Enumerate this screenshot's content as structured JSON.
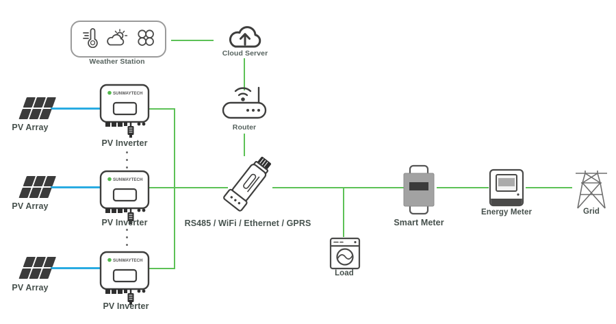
{
  "colors": {
    "comm_line_green": "#5cc156",
    "dc_line_blue": "#29abe2",
    "icon_outline": "#3e3e3d",
    "label_text": "#454f4b",
    "brand_green": "#53b84d"
  },
  "nodes": {
    "weather_station": {
      "label": "Weather Station",
      "icons": [
        "thermometer-icon",
        "sun-cloud-icon",
        "fan-icon"
      ]
    },
    "cloud_server": {
      "label": "Cloud Server",
      "icon": "cloud-upload-icon"
    },
    "router": {
      "label": "Router",
      "icon": "wifi-router-icon"
    },
    "pv_array": {
      "label": "PV Array",
      "count": 3,
      "icon": "solar-panel-icon"
    },
    "pv_inverter": {
      "label": "PV Inverter",
      "count": 3,
      "brand": "SUNWAYTECH",
      "icon": "inverter-icon"
    },
    "dongle": {
      "label": "RS485 / WiFi / Ethernet / GPRS",
      "icon": "comm-dongle-icon"
    },
    "load": {
      "label": "Load",
      "icon": "washing-machine-icon"
    },
    "smart_meter": {
      "label": "Smart Meter",
      "icon": "smart-meter-icon"
    },
    "energy_meter": {
      "label": "Energy Meter",
      "icon": "energy-meter-icon"
    },
    "grid": {
      "label": "Grid",
      "icon": "transmission-tower-icon"
    }
  },
  "edges": [
    {
      "from": "weather_station",
      "to": "cloud_server",
      "type": "comm"
    },
    {
      "from": "cloud_server",
      "to": "router",
      "type": "comm"
    },
    {
      "from": "router",
      "to": "dongle",
      "type": "comm"
    },
    {
      "from": "pv_array_1",
      "to": "pv_inverter_1",
      "type": "dc"
    },
    {
      "from": "pv_array_2",
      "to": "pv_inverter_2",
      "type": "dc"
    },
    {
      "from": "pv_array_3",
      "to": "pv_inverter_3",
      "type": "dc"
    },
    {
      "from": "pv_inverter_1",
      "to": "comm_bus",
      "type": "comm"
    },
    {
      "from": "pv_inverter_2",
      "to": "dongle",
      "type": "comm"
    },
    {
      "from": "pv_inverter_3",
      "to": "comm_bus",
      "type": "comm"
    },
    {
      "from": "dongle",
      "to": "smart_meter",
      "type": "comm"
    },
    {
      "from": "main_line",
      "to": "load",
      "type": "branch"
    },
    {
      "from": "smart_meter",
      "to": "energy_meter",
      "type": "comm"
    },
    {
      "from": "energy_meter",
      "to": "grid",
      "type": "comm"
    }
  ]
}
